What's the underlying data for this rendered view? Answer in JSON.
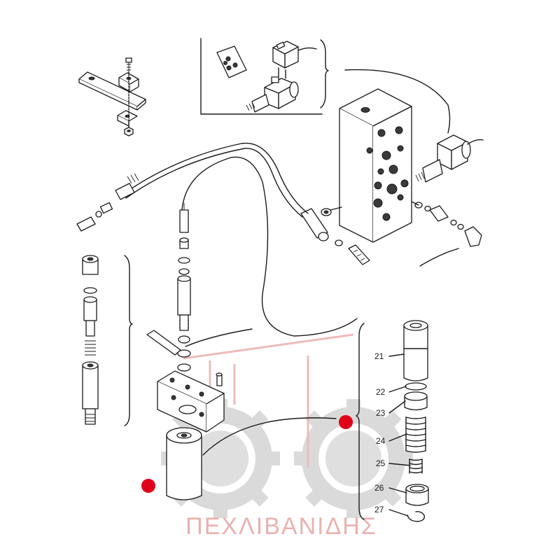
{
  "callouts": [
    {
      "label": "21"
    },
    {
      "label": "22"
    },
    {
      "label": "23"
    },
    {
      "label": "24"
    },
    {
      "label": "25"
    },
    {
      "label": "26"
    },
    {
      "label": "27"
    }
  ],
  "watermark": {
    "text": "ΠΕΧΛΙΒΑΝΙΔΗΣ",
    "color": "#e8a9a6",
    "gear_color": "#d4d4d4"
  },
  "colors": {
    "line": "#1a1a1a",
    "marker": "#e0001a"
  }
}
